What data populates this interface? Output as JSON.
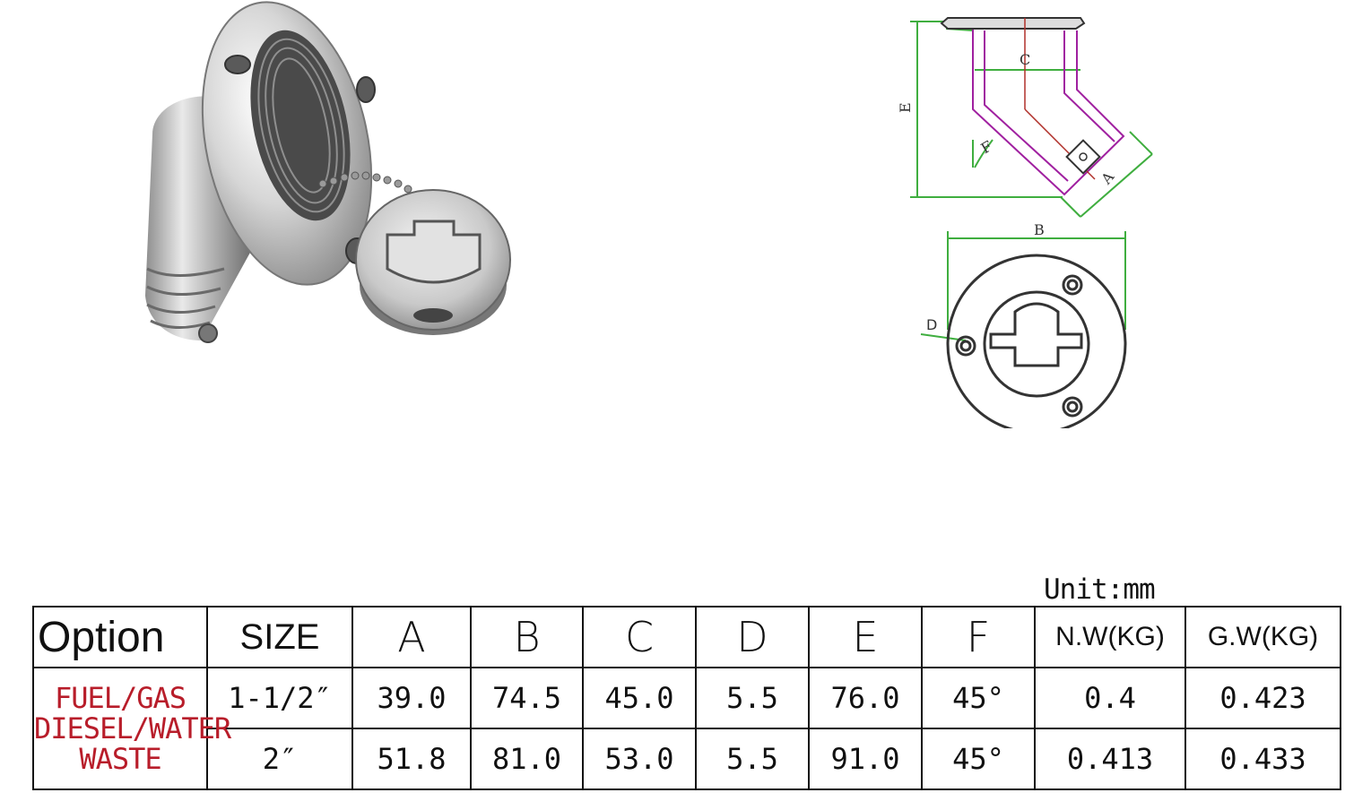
{
  "drawing": {
    "labels": {
      "a": "A",
      "b": "B",
      "c": "C",
      "d": "D",
      "e": "E",
      "f": "F"
    }
  },
  "unit_label": "Unit:mm",
  "table": {
    "headers": [
      "Option",
      "SIZE",
      "A",
      "B",
      "C",
      "D",
      "E",
      "F",
      "N.W(KG)",
      "G.W(KG)"
    ],
    "options": [
      "FUEL/GAS",
      "DIESEL/WATER",
      "WASTE"
    ],
    "rows": [
      {
        "size": "1-1/2″",
        "a": "39.0",
        "b": "74.5",
        "c": "45.0",
        "d": "5.5",
        "e": "76.0",
        "f": "45°",
        "nw": "0.4",
        "gw": "0.423"
      },
      {
        "size": "2″",
        "a": "51.8",
        "b": "81.0",
        "c": "53.0",
        "d": "5.5",
        "e": "91.0",
        "f": "45°",
        "nw": "0.413",
        "gw": "0.433"
      }
    ]
  },
  "colors": {
    "option_text": "#b81d2a",
    "dimension_lines": "#3fae3f",
    "pipe_outline": "#a020a0",
    "centerline": "#b0302a"
  }
}
